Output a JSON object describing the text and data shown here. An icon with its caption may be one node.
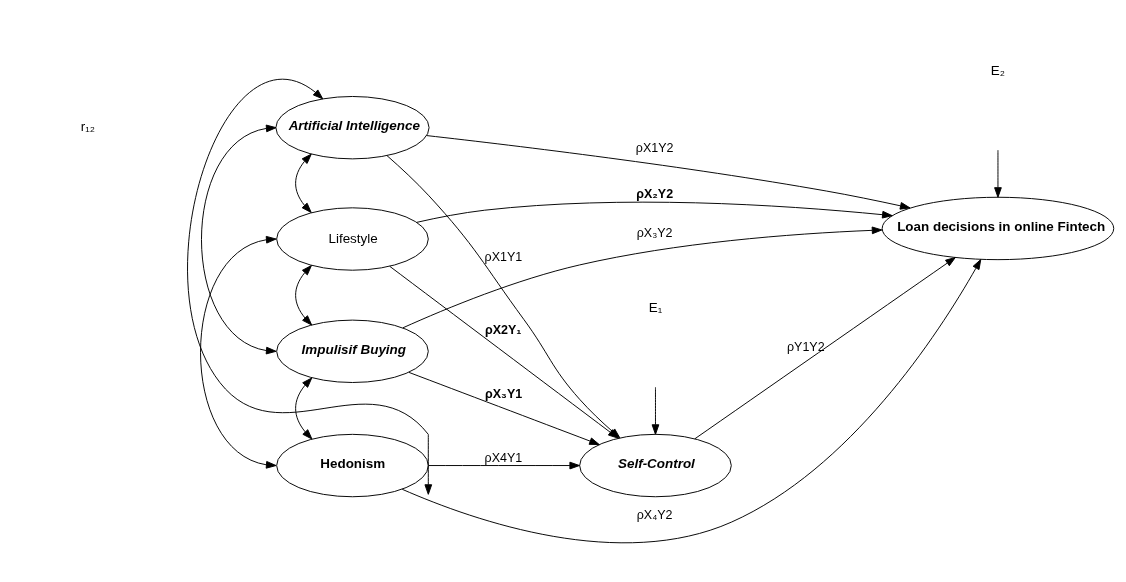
{
  "diagram": {
    "nodes": [
      {
        "text": [
          "Artificial Intelligence"
        ]
      },
      {
        "text": [
          "Lifestyle"
        ]
      },
      {
        "text": [
          "Impulisif Buying"
        ]
      },
      {
        "text": [
          "Hedonism"
        ]
      },
      {
        "text": [
          "Self-Control"
        ]
      },
      {
        "text": [
          "Loan decisions in online Fintech"
        ]
      }
    ],
    "edges": [
      {
        "from": 0,
        "to": 4,
        "arrow": "to",
        "label": "ρX1Y1"
      },
      {
        "from": 0,
        "to": 5,
        "arrow": "to",
        "label": "ρX1Y2"
      },
      {
        "from": 1,
        "to": 4,
        "arrow": "to",
        "label": "ρX2Y₁"
      },
      {
        "from": 1,
        "to": 5,
        "arrow": "to",
        "label": "ρX₂Y2"
      },
      {
        "from": 2,
        "to": 4,
        "arrow": "to",
        "label": "ρX₃Y1"
      },
      {
        "from": 2,
        "to": 5,
        "arrow": "to",
        "label": "ρX₃Y2"
      },
      {
        "from": 3,
        "to": 4,
        "arrow": "to",
        "label": "ρX4Y1"
      },
      {
        "from": 3,
        "to": 5,
        "arrow": "to",
        "label": "ρX₄Y2"
      },
      {
        "from": 4,
        "to": 5,
        "arrow": "to",
        "label": "ρY1Y2"
      },
      {
        "from": null,
        "to": 4,
        "arrow": "to"
      },
      {
        "from": null,
        "to": 5,
        "arrow": "to"
      },
      {
        "from": 0,
        "to": 1,
        "arrow": "both"
      },
      {
        "from": 0,
        "to": 2,
        "arrow": "both"
      },
      {
        "from": 0,
        "to": 3,
        "arrow": "both"
      },
      {
        "from": 1,
        "to": 2,
        "arrow": "both"
      },
      {
        "from": 1,
        "to": 3,
        "arrow": "both"
      },
      {
        "from": 2,
        "to": 3,
        "arrow": "both"
      }
    ],
    "labels": [
      "r₁₂",
      "E₁",
      "E₂"
    ]
  }
}
